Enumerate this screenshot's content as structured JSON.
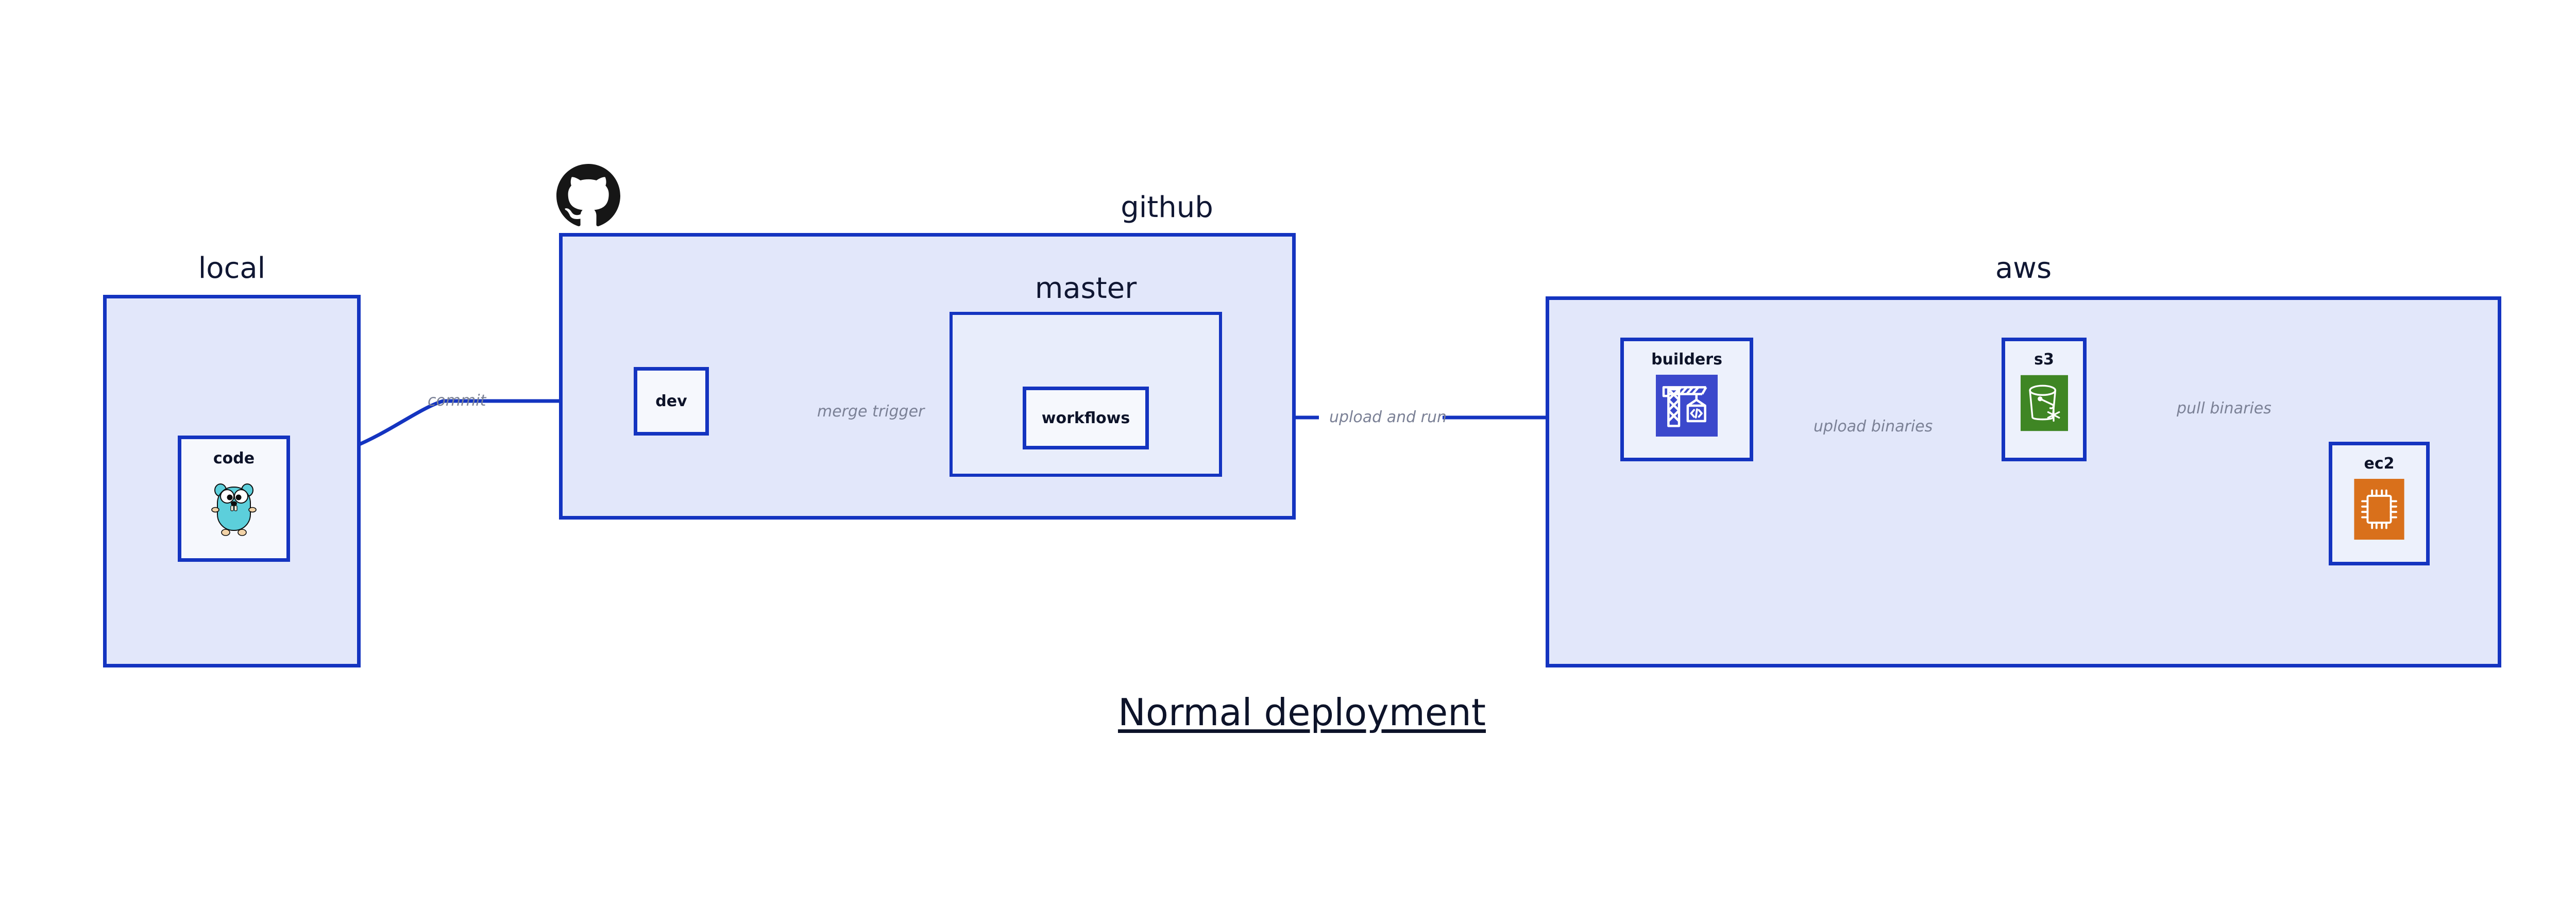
{
  "diagram": {
    "title": "Normal deployment",
    "accent_border": "#1434c0",
    "zone_fill": "#e2e7fa",
    "inner_zone_fill": "#e8edfb",
    "node_fill": "#edf1fc",
    "edge_label_color": "#7b8196",
    "text_color": "#0d1329"
  },
  "zones": [
    {
      "id": "local",
      "label": "local"
    },
    {
      "id": "github",
      "label": "github"
    },
    {
      "id": "master",
      "label": "master"
    },
    {
      "id": "aws",
      "label": "aws"
    }
  ],
  "nodes": [
    {
      "id": "code",
      "label": "code",
      "icon": "go-gopher-icon",
      "zone": "local"
    },
    {
      "id": "dev",
      "label": "dev",
      "icon": null,
      "zone": "github"
    },
    {
      "id": "workflows",
      "label": "workflows",
      "icon": null,
      "zone": "master"
    },
    {
      "id": "builders",
      "label": "builders",
      "icon": "aws-codebuild-icon",
      "zone": "aws",
      "icon_color": "#3b48cc"
    },
    {
      "id": "s3",
      "label": "s3",
      "icon": "aws-s3-glacier-icon",
      "zone": "aws",
      "icon_color": "#3f8624"
    },
    {
      "id": "ec2",
      "label": "ec2",
      "icon": "aws-ec2-icon",
      "zone": "aws",
      "icon_color": "#d9701b"
    }
  ],
  "edges": [
    {
      "id": "commit",
      "label": "commit",
      "from": "code",
      "to": "dev"
    },
    {
      "id": "merge-trigger",
      "label": "merge trigger",
      "from": "dev",
      "to": "workflows"
    },
    {
      "id": "upload-and-run",
      "label": "upload and run",
      "from": "workflows",
      "to": "builders"
    },
    {
      "id": "upload-binaries",
      "label": "upload binaries",
      "from": "builders",
      "to": "s3"
    },
    {
      "id": "pull-binaries",
      "label": "pull binaries",
      "from": "s3",
      "to": "ec2"
    }
  ],
  "logos": [
    {
      "id": "github-logo",
      "name": "github-octocat-logo",
      "color": "#161616"
    }
  ]
}
